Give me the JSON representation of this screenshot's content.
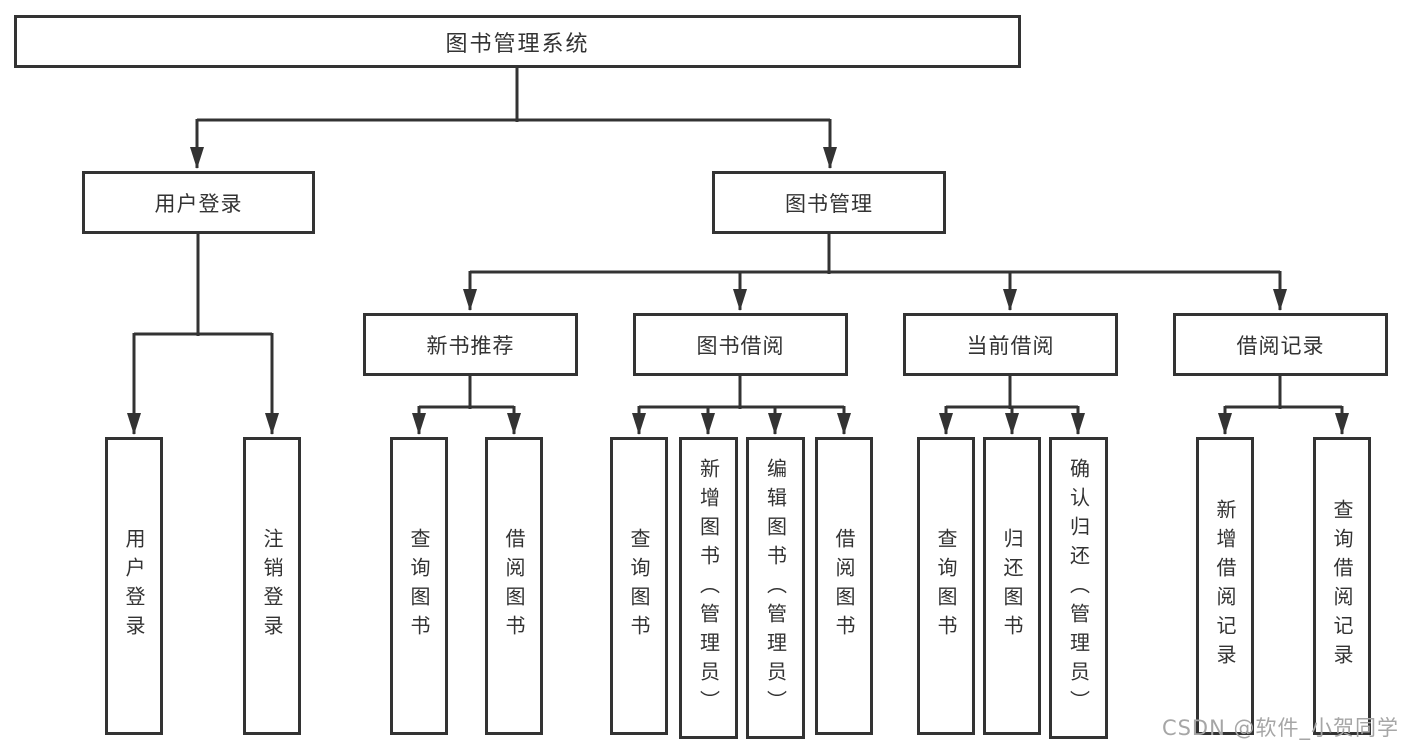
{
  "colors": {
    "line": "#333333",
    "text": "#333333",
    "background": "#ffffff",
    "watermark": "#a6a6a6"
  },
  "watermark": {
    "text": "CSDN @软件_小贺同学"
  },
  "tree": {
    "label": "图书管理系统",
    "children": [
      {
        "label": "用户登录",
        "children": [
          {
            "label": "用户登录"
          },
          {
            "label": "注销登录"
          }
        ]
      },
      {
        "label": "图书管理",
        "children": [
          {
            "label": "新书推荐",
            "children": [
              {
                "label": "查询图书"
              },
              {
                "label": "借阅图书"
              }
            ]
          },
          {
            "label": "图书借阅",
            "children": [
              {
                "label": "查询图书"
              },
              {
                "label": "新增图书（管理员）"
              },
              {
                "label": "编辑图书（管理员）"
              },
              {
                "label": "借阅图书"
              }
            ]
          },
          {
            "label": "当前借阅",
            "children": [
              {
                "label": "查询图书"
              },
              {
                "label": "归还图书"
              },
              {
                "label": "确认归还（管理员）"
              }
            ]
          },
          {
            "label": "借阅记录",
            "children": [
              {
                "label": "新增借阅记录"
              },
              {
                "label": "查询借阅记录"
              }
            ]
          }
        ]
      }
    ]
  }
}
